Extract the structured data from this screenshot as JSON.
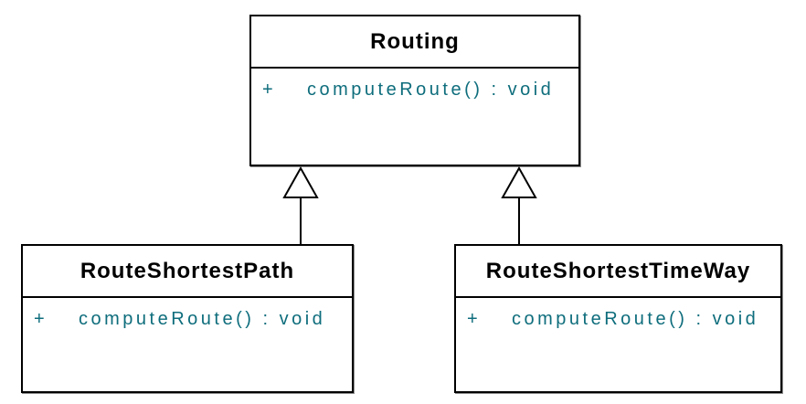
{
  "diagram": {
    "type": "uml-class-diagram",
    "background_color": "#ffffff",
    "colors": {
      "box_border": "#000000",
      "box_fill": "#ffffff",
      "class_name_text": "#000000",
      "method_text": "#0e6d7c"
    },
    "classes": [
      {
        "name": "Routing",
        "attributes": [],
        "methods": [
          {
            "visibility": "+",
            "signature": "computeRoute() : void"
          }
        ]
      },
      {
        "name": "RouteShortestPath",
        "attributes": [],
        "methods": [
          {
            "visibility": "+",
            "signature": "computeRoute() : void"
          }
        ]
      },
      {
        "name": "RouteShortestTimeWay",
        "attributes": [],
        "methods": [
          {
            "visibility": "+",
            "signature": "computeRoute() : void"
          }
        ]
      }
    ],
    "relationships": [
      {
        "type": "generalization",
        "from": "RouteShortestPath",
        "to": "Routing",
        "arrow": "hollow-triangle"
      },
      {
        "type": "generalization",
        "from": "RouteShortestTimeWay",
        "to": "Routing",
        "arrow": "hollow-triangle"
      }
    ]
  }
}
